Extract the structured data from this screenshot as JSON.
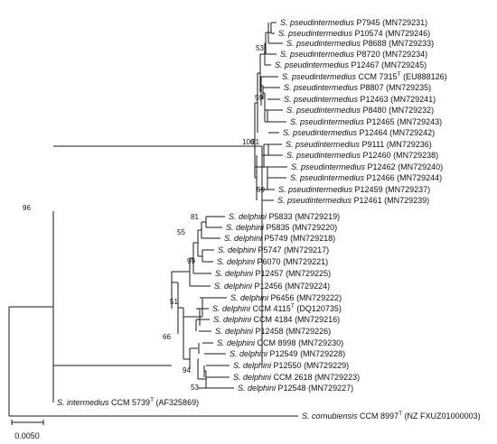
{
  "taxa": {
    "s_pseud": {
      "genus": "S.",
      "species": "pseudintermedius"
    },
    "s_delph": {
      "genus": "S.",
      "species": "delphini"
    },
    "s_inter": {
      "genus": "S.",
      "species": "intermedius"
    },
    "s_corn": {
      "genus": "S.",
      "species": "cornubiensis"
    }
  },
  "leaves": [
    {
      "taxon": "s_pseud",
      "strain": "P7945",
      "acc": "(MN729231)"
    },
    {
      "taxon": "s_pseud",
      "strain": "P10574",
      "acc": "(MN729246)"
    },
    {
      "taxon": "s_pseud",
      "strain": "P8688",
      "acc": "(MN729233)"
    },
    {
      "taxon": "s_pseud",
      "strain": "P8720",
      "acc": "(MN729234)"
    },
    {
      "taxon": "s_pseud",
      "strain": "P12467",
      "acc": "(MN729245)"
    },
    {
      "taxon": "s_pseud",
      "strain": "CCM 7315",
      "type_strain": true,
      "acc": "(EU888126)"
    },
    {
      "taxon": "s_pseud",
      "strain": "P8807",
      "acc": "(MN729235)"
    },
    {
      "taxon": "s_pseud",
      "strain": "P12463",
      "acc": "(MN729241)"
    },
    {
      "taxon": "s_pseud",
      "strain": "P8480",
      "acc": "(MN729232)"
    },
    {
      "taxon": "s_pseud",
      "strain": "P12465",
      "acc": "(MN729243)"
    },
    {
      "taxon": "s_pseud",
      "strain": "P12464",
      "acc": "(MN729242)"
    },
    {
      "taxon": "s_pseud",
      "strain": "P9111",
      "acc": "(MN729236)"
    },
    {
      "taxon": "s_pseud",
      "strain": "P12460",
      "acc": "(MN729238)"
    },
    {
      "taxon": "s_pseud",
      "strain": "P12462",
      "acc": "(MN729240)"
    },
    {
      "taxon": "s_pseud",
      "strain": "P12466",
      "acc": "(MN729244)"
    },
    {
      "taxon": "s_pseud",
      "strain": "P12459",
      "acc": "(MN729237)"
    },
    {
      "taxon": "s_pseud",
      "strain": "P12461",
      "acc": "(MN729239)"
    },
    {
      "taxon": "s_delph",
      "strain": "P5833",
      "acc": "(MN729219)"
    },
    {
      "taxon": "s_delph",
      "strain": "P5835",
      "acc": "(MN729220)"
    },
    {
      "taxon": "s_delph",
      "strain": "P5749",
      "acc": "(MN729218)"
    },
    {
      "taxon": "s_delph",
      "strain": "P5747",
      "acc": "(MN729217)"
    },
    {
      "taxon": "s_delph",
      "strain": "P6070",
      "acc": "(MN729221)"
    },
    {
      "taxon": "s_delph",
      "strain": "P12457",
      "acc": "(MN729225)"
    },
    {
      "taxon": "s_delph",
      "strain": "P12456",
      "acc": "(MN729224)"
    },
    {
      "taxon": "s_delph",
      "strain": "P6456",
      "acc": "(MN729222)"
    },
    {
      "taxon": "s_delph",
      "strain": "CCM 4115",
      "type_strain": true,
      "acc": "(DQ120735)"
    },
    {
      "taxon": "s_delph",
      "strain": "CCM 4184",
      "acc": "(MN729216)"
    },
    {
      "taxon": "s_delph",
      "strain": "P12458",
      "acc": "(MN729226)"
    },
    {
      "taxon": "s_delph",
      "strain": "CCM 8998",
      "acc": "(MN729230)"
    },
    {
      "taxon": "s_delph",
      "strain": "P12549",
      "acc": "(MN729228)"
    },
    {
      "taxon": "s_delph",
      "strain": "P12550",
      "acc": "(MN729229)"
    },
    {
      "taxon": "s_delph",
      "strain": "CCM 2618",
      "acc": "(MN729223)"
    },
    {
      "taxon": "s_delph",
      "strain": "P12548",
      "acc": "(MN729227)"
    },
    {
      "taxon": "s_inter",
      "strain": "CCM 5739",
      "type_strain": true,
      "acc": "(AF325869)"
    },
    {
      "taxon": "s_corn",
      "strain": "CCM 8997",
      "type_strain": true,
      "acc": "(NZ FXUZ01000003)"
    }
  ],
  "type_mark": "T",
  "bootstrap": [
    "100",
    "96",
    "81",
    "55",
    "99",
    "51",
    "66",
    "94",
    "53",
    "53",
    "59",
    "61",
    "59"
  ],
  "scale_bar": {
    "label": "0.0050",
    "value": 0.005
  }
}
